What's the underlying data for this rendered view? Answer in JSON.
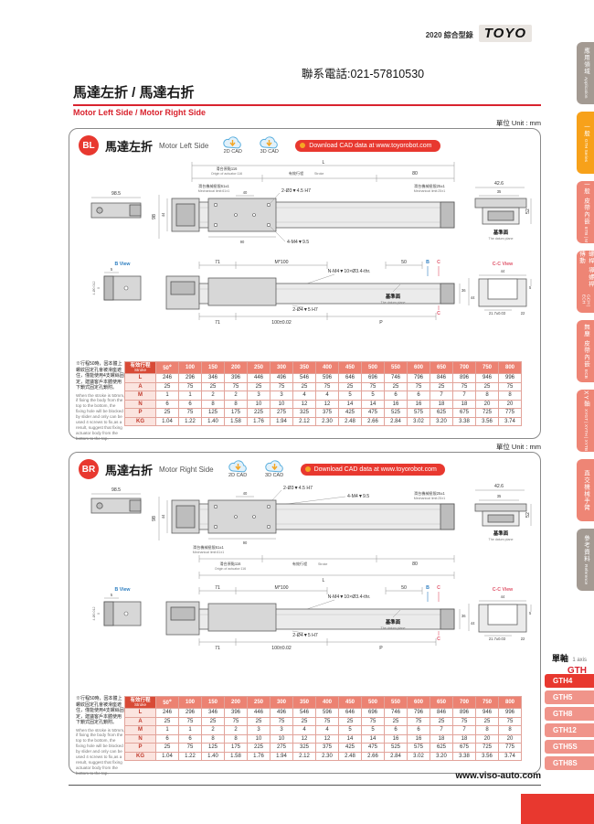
{
  "colors": {
    "accent": "#e8382f",
    "salmon": "#ee8575",
    "orange": "#f7a11a"
  },
  "header": {
    "catalog": "2020 綜合型錄",
    "brand": "TOYO",
    "phone": "聯系電話:021-57810530",
    "title_cn": "馬達左折 / 馬達右折",
    "title_en": "Motor Left Side / Motor Right Side"
  },
  "unit": "單位 Unit : mm",
  "cad": {
    "d2": "2D CAD",
    "d3": "3D CAD",
    "download": "Download CAD data at www.toyorobot.com"
  },
  "sections": {
    "bl": {
      "badge": "BL",
      "title_cn": "馬達左折",
      "title_en": "Motor Left Side"
    },
    "br": {
      "badge": "BR",
      "title_cn": "馬達右折",
      "title_en": "Motor Right Side"
    }
  },
  "dims": {
    "L": "L",
    "P": "P",
    "origin_cn": "滑台原點116",
    "origin_en": "Origin of actuator:116",
    "stroke_cn": "有效行程",
    "stroke_en": "Stroke",
    "d80": "80",
    "mech_left_cn": "滑台機械極限61±1",
    "mech_left_en": "Mechanical limit:61±1",
    "mech_right_cn": "滑台機械極限25±1",
    "mech_right_en": "Mechanical limit:25±1",
    "holes_a": "2-Ø3▼4.5 H7",
    "holes_b": "4-M4▼9.5",
    "holes_c": "2-Ø4▼5 H7",
    "n_holes": "N-M4▼10×Ø3.4-thr.",
    "d40": "40",
    "d90": "90",
    "d98": "98",
    "d44": "44",
    "d985": "98.5",
    "d426": "42.6",
    "d35": "35",
    "d52": "52",
    "d71": "71",
    "pitch": "M*100",
    "d50": "50",
    "d100": "100±0.02",
    "d36": "36",
    "d5": "5",
    "d217": "21.7±0.03",
    "d22": "22",
    "datum_cn": "基準面",
    "datum_en": "The datum plane",
    "b_view": "B View",
    "cc_view": "C-C View",
    "b_mark": "B",
    "c_mark": "C",
    "b_tol": "4-Ø0.012",
    "b_tol2": "0"
  },
  "note": {
    "cn": "※行程50時，因本體上螺紋固定孔會被滑座遮住，僅能使用4支螺絲固定，建議客戶本體使用下鎖式固定孔鎖附。",
    "en": "When the stroke is 50mm, if fixing the body from the top to the bottom, the fixing hole will be blocked by slider and only can be used 4 screws to fix,as a result, suggest that fixing actuator body from the bottom to the top."
  },
  "table": {
    "header_label": "有效行程",
    "header_sub": "Stroke",
    "stroke_note": "※",
    "strokes": [
      "50",
      "100",
      "150",
      "200",
      "250",
      "300",
      "350",
      "400",
      "450",
      "500",
      "550",
      "600",
      "650",
      "700",
      "750",
      "800"
    ],
    "rows": [
      {
        "label": "L",
        "values": [
          "246",
          "296",
          "346",
          "396",
          "446",
          "496",
          "546",
          "596",
          "646",
          "696",
          "746",
          "796",
          "846",
          "896",
          "946",
          "996"
        ]
      },
      {
        "label": "A",
        "values": [
          "25",
          "75",
          "25",
          "75",
          "25",
          "75",
          "25",
          "75",
          "25",
          "75",
          "25",
          "75",
          "25",
          "75",
          "25",
          "75"
        ]
      },
      {
        "label": "M",
        "values": [
          "1",
          "1",
          "2",
          "2",
          "3",
          "3",
          "4",
          "4",
          "5",
          "5",
          "6",
          "6",
          "7",
          "7",
          "8",
          "8"
        ]
      },
      {
        "label": "N",
        "values": [
          "6",
          "6",
          "8",
          "8",
          "10",
          "10",
          "12",
          "12",
          "14",
          "14",
          "16",
          "16",
          "18",
          "18",
          "20",
          "20"
        ]
      },
      {
        "label": "P",
        "values": [
          "25",
          "75",
          "125",
          "175",
          "225",
          "275",
          "325",
          "375",
          "425",
          "475",
          "525",
          "575",
          "625",
          "675",
          "725",
          "775"
        ]
      },
      {
        "label": "KG",
        "values": [
          "1.04",
          "1.22",
          "1.40",
          "1.58",
          "1.76",
          "1.94",
          "2.12",
          "2.30",
          "2.48",
          "2.66",
          "2.84",
          "3.02",
          "3.20",
          "3.38",
          "3.56",
          "3.74"
        ]
      }
    ]
  },
  "sidebar": {
    "tabs": [
      {
        "name": "application",
        "label": "應用領域",
        "sub": "Application",
        "tone": "gray",
        "active": false
      },
      {
        "name": "gth-series",
        "label": "一般",
        "sub": "GTH Series",
        "tone": "orange",
        "active": true
      },
      {
        "name": "etb-m",
        "label": "一般 皮帶內嵌",
        "sub": "ETB | M",
        "tone": "salmon",
        "active": false
      },
      {
        "name": "gch-ech",
        "label": "螺桿 導螺桿傳動",
        "sub": "GCH | ECH",
        "tone": "salmon",
        "active": false
      },
      {
        "name": "ecb",
        "label": "無塵 皮帶內嵌",
        "sub": "ECB",
        "tone": "salmon",
        "active": false
      },
      {
        "name": "xy-series",
        "label": "XY軸",
        "sub": "XYGT | XYTH | XYTB",
        "tone": "salmon",
        "active": false
      },
      {
        "name": "cartesian-robot",
        "label": "直交機械手臂",
        "sub": "",
        "tone": "salmon",
        "active": false
      },
      {
        "name": "reference",
        "label": "參考資料",
        "sub": "Reference",
        "tone": "gray",
        "active": false
      }
    ],
    "axis_cn": "單軸",
    "axis_en": "1 axis",
    "axis_series": "GTH",
    "models": [
      {
        "label": "GTH4",
        "active": true
      },
      {
        "label": "GTH5",
        "active": false
      },
      {
        "label": "GTH8",
        "active": false
      },
      {
        "label": "GTH12",
        "active": false
      },
      {
        "label": "GTH5S",
        "active": false
      },
      {
        "label": "GTH8S",
        "active": false
      }
    ]
  },
  "footer": {
    "website": "www.viso-auto.com"
  }
}
